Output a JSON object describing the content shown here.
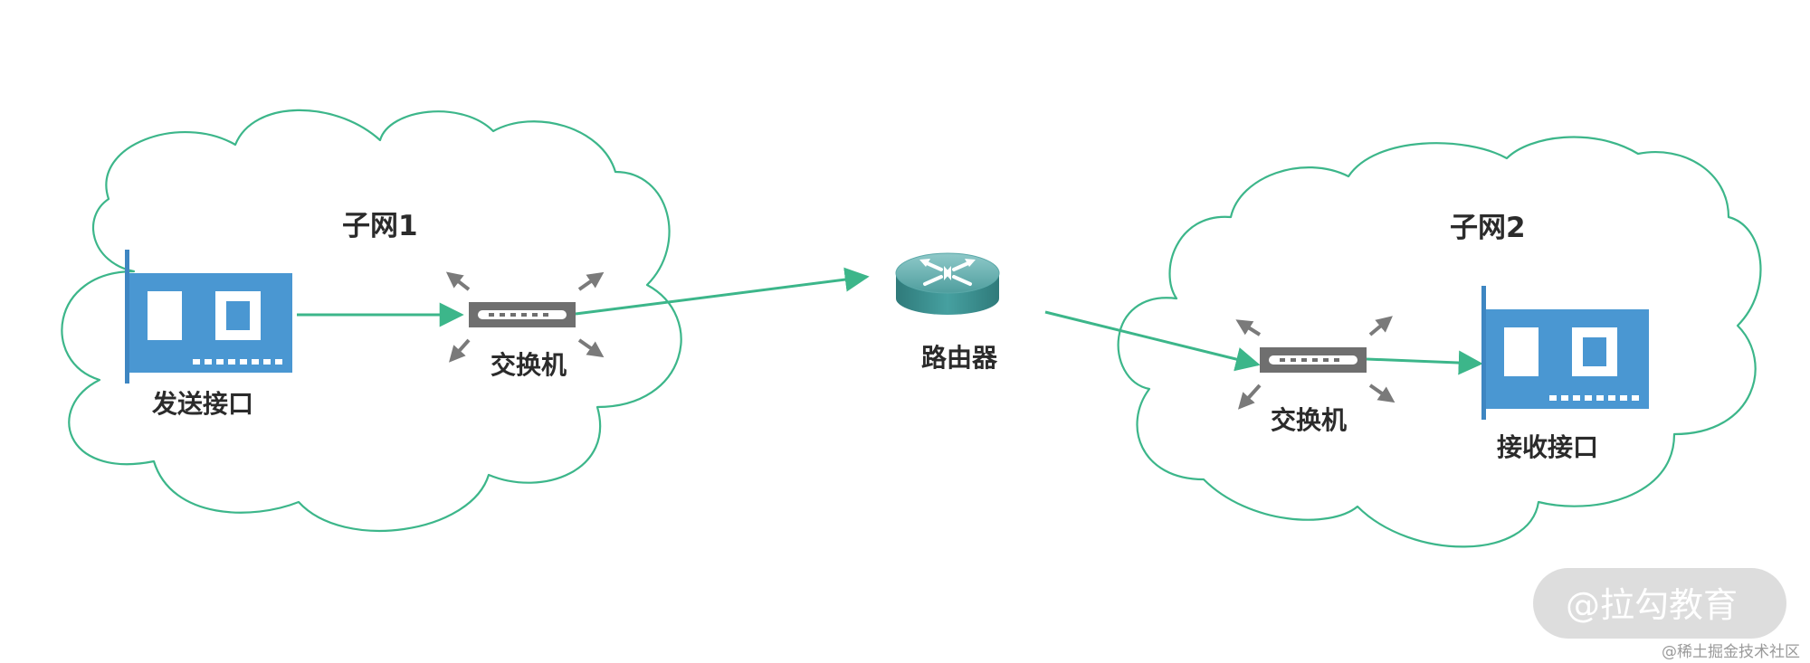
{
  "subnets": [
    {
      "label": "子网1"
    },
    {
      "label": "子网2"
    }
  ],
  "devices": {
    "send_interface": "发送接口",
    "switch_1": "交换机",
    "router": "路由器",
    "switch_2": "交换机",
    "receive_interface": "接收接口"
  },
  "watermark": "@拉勾教育",
  "footer": "@稀土掘金技术社区",
  "colors": {
    "cloud_stroke": "#3cb68a",
    "link": "#3cb68a",
    "nic_blue": "#4a97d2",
    "switch_gray": "#6f6f6f",
    "router_teal": "#3d8c8c",
    "watermark_bg": "#d9d9d9"
  }
}
